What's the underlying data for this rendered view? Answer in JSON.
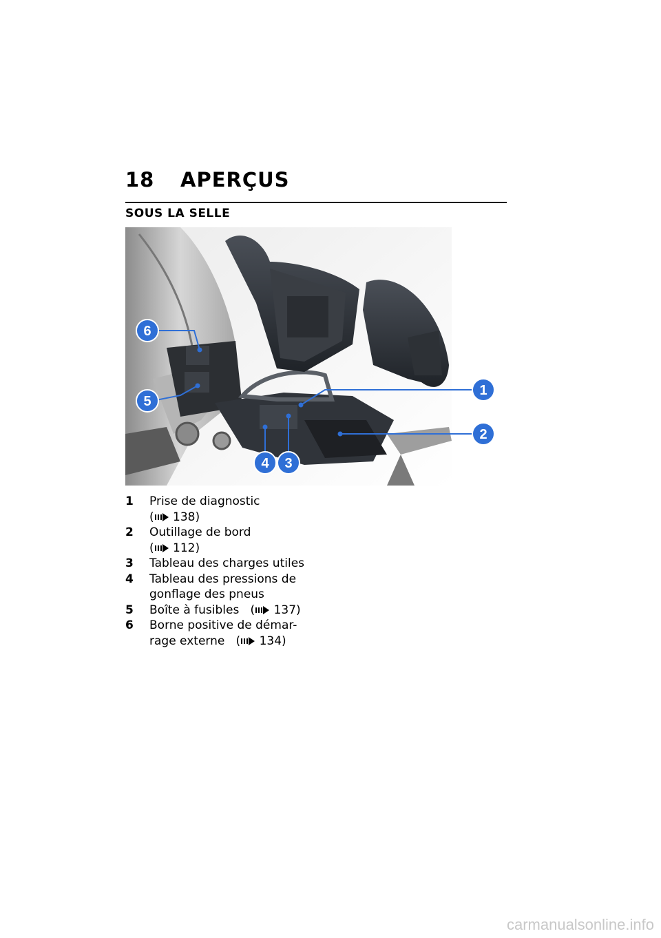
{
  "header": {
    "page_number": "18",
    "chapter_title": "APERÇUS"
  },
  "section": {
    "title": "SOUS LA SELLE"
  },
  "figure": {
    "callouts": [
      "1",
      "2",
      "3",
      "4",
      "5",
      "6"
    ],
    "colors": {
      "callout": "#2f6fd6",
      "callout_text": "#ffffff"
    }
  },
  "legend": [
    {
      "num": "1",
      "text": "Prise de diagnostic",
      "ref_page": "138)"
    },
    {
      "num": "2",
      "text": "Outillage de bord",
      "ref_page": "112)"
    },
    {
      "num": "3",
      "text": "Tableau des charges utiles",
      "ref_page": null
    },
    {
      "num": "4",
      "text": "Tableau des pressions de gonflage des pneus",
      "ref_page": null
    },
    {
      "num": "5",
      "text": "Boîte à fusibles",
      "ref_page": "137)"
    },
    {
      "num": "6",
      "text": "Borne positive de démar-rage externe",
      "ref_page": "134)"
    }
  ],
  "footer": {
    "watermark": "carmanualsonline.info"
  }
}
